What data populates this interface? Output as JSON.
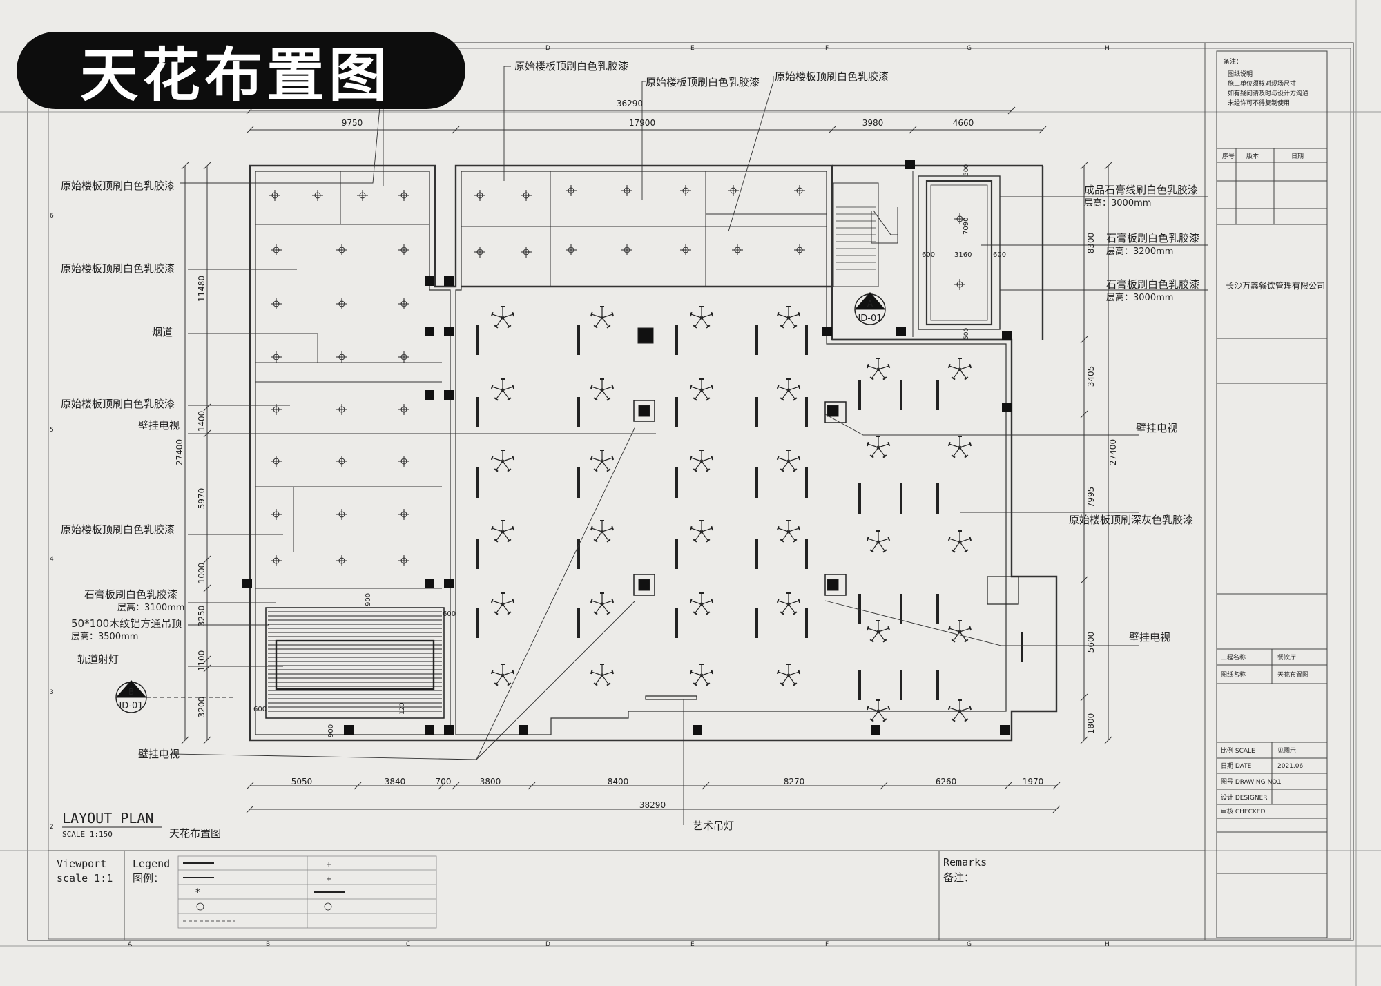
{
  "title": "天花布置图",
  "dims": {
    "top_total": "36290",
    "top": [
      "9750",
      "17900",
      "3980",
      "4660"
    ],
    "bottom": [
      "5050",
      "3840",
      "700",
      "3800",
      "8400",
      "8270",
      "6260",
      "1970"
    ],
    "bottom_total": "38290",
    "left_total": "27400",
    "left": [
      "11480",
      "1400",
      "5970",
      "1000",
      "3250",
      "1100",
      "3200"
    ],
    "right_total": "27400",
    "right": [
      "8300",
      "3405",
      "7995",
      "5600",
      "1800"
    ],
    "inner": {
      "d600a": "600",
      "d3160": "3160",
      "d600b": "600",
      "d7090": "7090",
      "d500t": "500",
      "d500b": "500",
      "d900a": "900",
      "d600c": "600",
      "d600d": "600",
      "d900b": "900",
      "d120": "120"
    }
  },
  "labels": {
    "top1": "原始楼板顶刷白色乳胶漆",
    "top2": "原始楼板顶刷白色乳胶漆",
    "top3": "原始楼板顶刷白色乳胶漆",
    "left1": "原始楼板顶刷白色乳胶漆",
    "left2": "原始楼板顶刷白色乳胶漆",
    "left3": "烟道",
    "left4": "原始楼板顶刷白色乳胶漆",
    "left5": "壁挂电视",
    "left6": "原始楼板顶刷白色乳胶漆",
    "left7a": "石膏板刷白色乳胶漆",
    "left7b": "层高：3100mm",
    "left8a": "50*100木纹铝方通吊顶",
    "left8b": "层高：3500mm",
    "left9": "轨道射灯",
    "left10": "壁挂电视",
    "right1a": "成品石膏线刷白色乳胶漆",
    "right1b": "层高：3000mm",
    "right2a": "石膏板刷白色乳胶漆",
    "right2b": "层高：3200mm",
    "right3a": "石膏板刷白色乳胶漆",
    "right3b": "层高：3000mm",
    "right4": "壁挂电视",
    "right5": "原始楼板顶刷深灰色乳胶漆",
    "right6": "壁挂电视",
    "bottom_center": "艺术吊灯"
  },
  "section_marks": {
    "a_letter": "A",
    "a_code": "ID-01",
    "b_letter": "B",
    "b_code": "ID-01"
  },
  "plan_title": {
    "main": "LAYOUT PLAN",
    "scale": "SCALE  1:150",
    "name": "天花布置图"
  },
  "footer": {
    "viewport1": "Viewport",
    "viewport2": "scale 1:1",
    "legend1": "Legend",
    "legend2": "图例：",
    "remarks1": "Remarks",
    "remarks2": "备注："
  },
  "title_block": {
    "company": "长沙万鑫餐饮管理有限公司",
    "header": "备注：",
    "notes": [
      "图纸说明",
      "施工单位须核对现场尺寸",
      "如有疑问请及时与设计方沟通",
      "未经许可不得复制使用"
    ],
    "rev": [
      "序号",
      "版本",
      "日期"
    ],
    "rows": [
      {
        "k": "工程名称",
        "v": "餐饮厅"
      },
      {
        "k": "图纸名称",
        "v": "天花布置图"
      },
      {
        "k": "比例 SCALE",
        "v": "见图示"
      },
      {
        "k": "日期 DATE",
        "v": "2021.06"
      },
      {
        "k": "图号 DRAWING NO.",
        "v": "1"
      },
      {
        "k": "设计 DESIGNER",
        "v": ""
      },
      {
        "k": "审核 CHECKED",
        "v": ""
      }
    ]
  },
  "grid": {
    "top": [
      "D",
      "E",
      "F",
      "G",
      "H"
    ],
    "bottom": [
      "A",
      "B",
      "C",
      "D",
      "E",
      "F",
      "G",
      "H"
    ],
    "left": [
      "6",
      "5",
      "4",
      "3",
      "2"
    ]
  }
}
